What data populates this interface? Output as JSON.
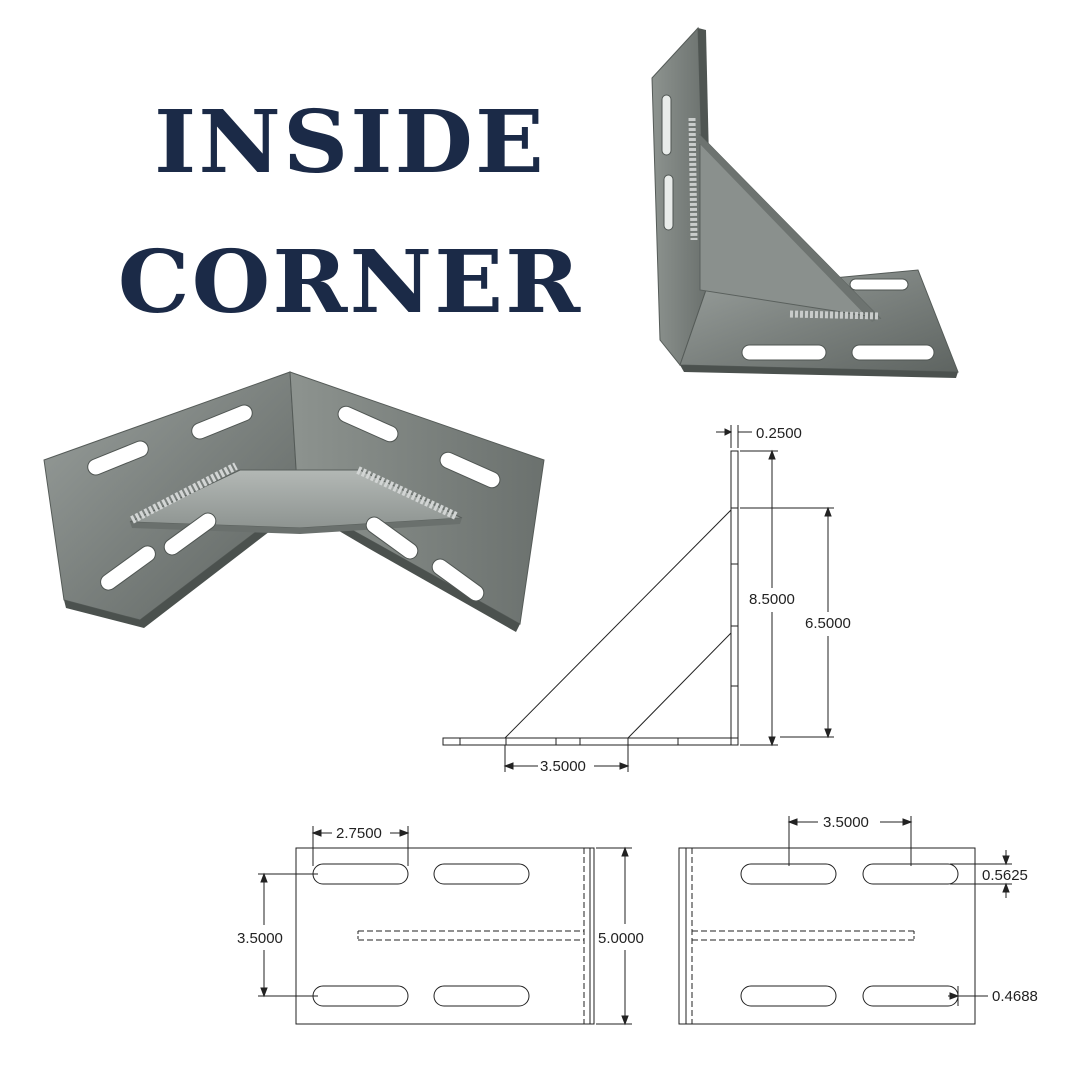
{
  "title": {
    "line1": "INSIDE",
    "line2": "CORNER"
  },
  "drawing": {
    "side_view": {
      "thickness": "0.2500",
      "overall_height": "8.5000",
      "gusset_height": "6.5000",
      "gusset_base": "3.5000"
    },
    "bottom_left_view": {
      "slot_spacing_x": "2.7500",
      "slot_spacing_y": "3.5000",
      "width": "5.0000"
    },
    "bottom_right_view": {
      "slot_spacing_x": "3.5000",
      "slot_width": "0.5625",
      "slot_radius": "0.4688"
    }
  },
  "colors": {
    "title": "#1b2a47",
    "steel_light": "#a7aca9",
    "steel_dark": "#5f6562",
    "line": "#222222"
  }
}
